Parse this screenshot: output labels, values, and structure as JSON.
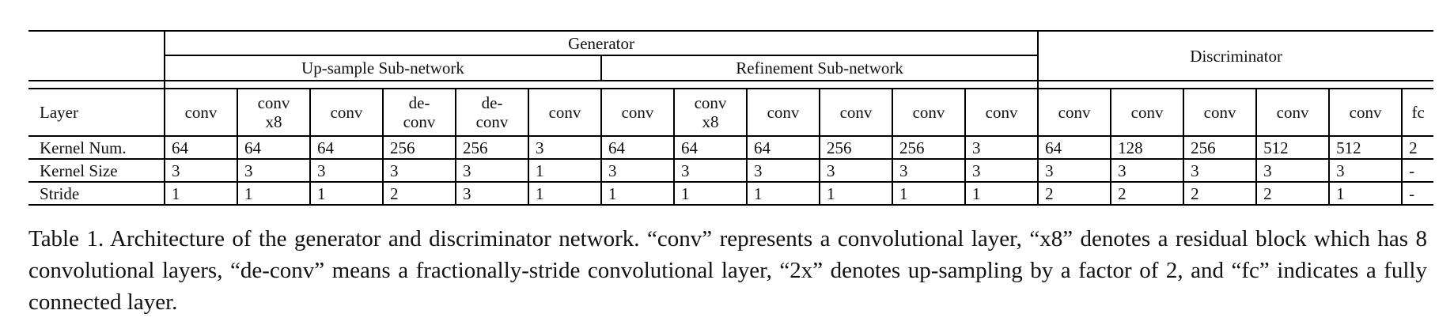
{
  "table": {
    "group_header": {
      "generator": "Generator",
      "discriminator": "Discriminator"
    },
    "sub_header": {
      "upsample": "Up-sample Sub-network",
      "refinement": "Refinement Sub-network"
    },
    "layer_label": "Layer",
    "layers": [
      [
        "conv"
      ],
      [
        "conv",
        "x8"
      ],
      [
        "conv"
      ],
      [
        "de-",
        "conv"
      ],
      [
        "de-",
        "conv"
      ],
      [
        "conv"
      ],
      [
        "conv"
      ],
      [
        "conv",
        "x8"
      ],
      [
        "conv"
      ],
      [
        "conv"
      ],
      [
        "conv"
      ],
      [
        "conv"
      ],
      [
        "conv"
      ],
      [
        "conv"
      ],
      [
        "conv"
      ],
      [
        "conv"
      ],
      [
        "conv"
      ],
      [
        "fc"
      ]
    ],
    "rows": [
      {
        "label": "Kernel Num.",
        "values": [
          "64",
          "64",
          "64",
          "256",
          "256",
          "3",
          "64",
          "64",
          "64",
          "256",
          "256",
          "3",
          "64",
          "128",
          "256",
          "512",
          "512",
          "2"
        ]
      },
      {
        "label": "Kernel Size",
        "values": [
          "3",
          "3",
          "3",
          "3",
          "3",
          "1",
          "3",
          "3",
          "3",
          "3",
          "3",
          "3",
          "3",
          "3",
          "3",
          "3",
          "3",
          "-"
        ]
      },
      {
        "label": "Stride",
        "values": [
          "1",
          "1",
          "1",
          "2",
          "3",
          "1",
          "1",
          "1",
          "1",
          "1",
          "1",
          "1",
          "2",
          "2",
          "2",
          "2",
          "1",
          "-"
        ]
      }
    ]
  },
  "caption": "Table 1. Architecture of the generator and discriminator network. “conv” represents a convolutional layer, “x8” denotes a residual block which has 8 convolutional layers, “de-conv” means a fractionally-stride convolutional layer, “2x” denotes up-sampling by a factor of 2, and “fc” indicates a fully connected layer."
}
